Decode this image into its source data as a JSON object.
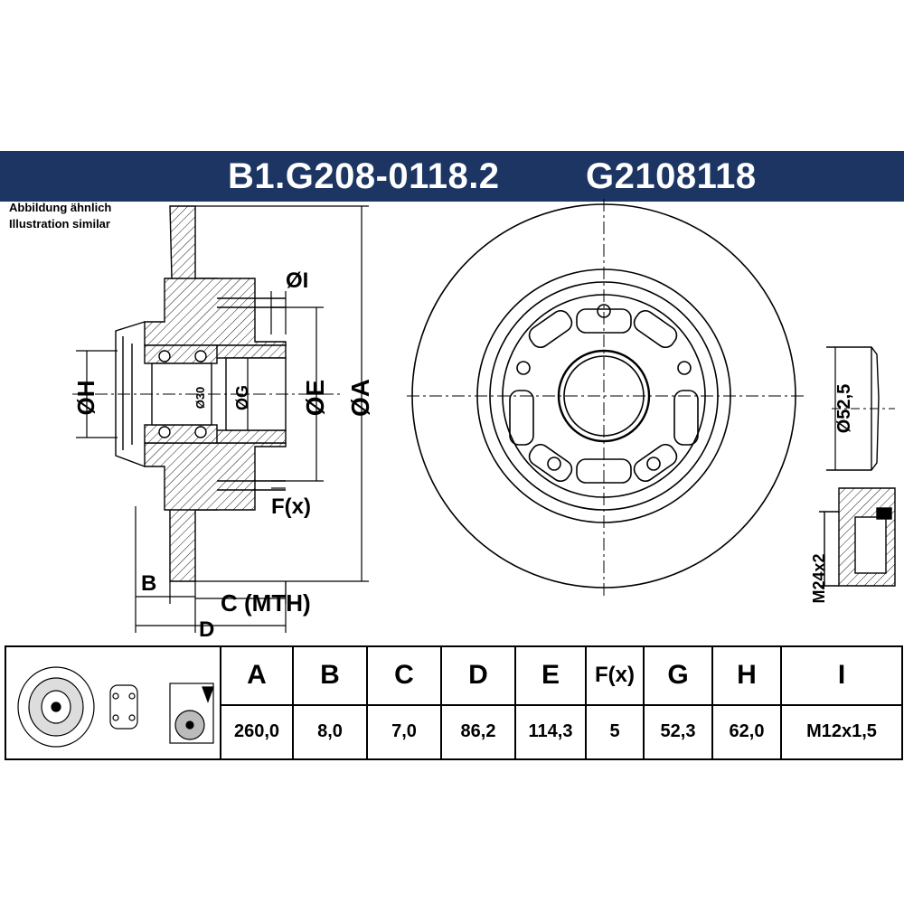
{
  "header": {
    "part_number": "B1.G208-0118.2",
    "alt_number": "G2108118",
    "background": "#1c3563"
  },
  "notes": {
    "line1": "Abbildung ähnlich",
    "line2": "Illustration similar"
  },
  "drawing_labels": {
    "dia_I": "ØI",
    "dia_H": "ØH",
    "dia_30": "Ø30",
    "dia_G": "ØG",
    "dia_E": "ØE",
    "dia_A": "ØA",
    "F_x": "F(x)",
    "B": "B",
    "C_mth": "C (MTH)",
    "D": "D",
    "cap_dia": "Ø52,5",
    "nut": "M24x2"
  },
  "spec_table": {
    "headers": [
      "A",
      "B",
      "C",
      "D",
      "E",
      "F(x)",
      "G",
      "H",
      "I"
    ],
    "values": [
      "260,0",
      "8,0",
      "7,0",
      "86,2",
      "114,3",
      "5",
      "52,3",
      "62,0",
      "M12x1,5"
    ],
    "icons": [
      "brake-disc-icon",
      "bearing-icon",
      "grease-icon"
    ]
  }
}
